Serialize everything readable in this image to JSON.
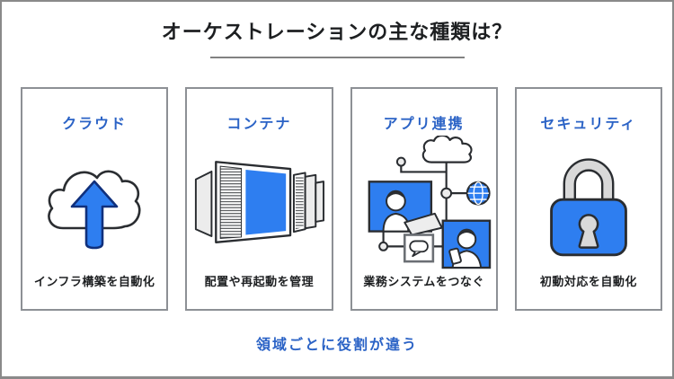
{
  "page": {
    "title": "オーケストレーションの主な種類は？",
    "footer": "領域ごとに役割が違う"
  },
  "colors": {
    "accent_text_blue": "#2b63c6",
    "illustration_blue": "#2e7ef0",
    "outline_dark": "#2a2d31",
    "card_border_gray": "#8d9095",
    "frame_border_gray": "#8a8a8a",
    "light_gray": "#ececec",
    "text_black": "#1d1f21"
  },
  "cards": [
    {
      "title": "クラウド",
      "caption": "インフラ構築を自動化",
      "icon": "cloud-upload-icon"
    },
    {
      "title": "コンテナ",
      "caption": "配置や再起動を管理",
      "icon": "container-icon"
    },
    {
      "title": "アプリ連携",
      "caption": "業務システムをつなぐ",
      "icon": "app-integration-icon"
    },
    {
      "title": "セキュリティ",
      "caption": "初動対応を自動化",
      "icon": "padlock-icon"
    }
  ]
}
